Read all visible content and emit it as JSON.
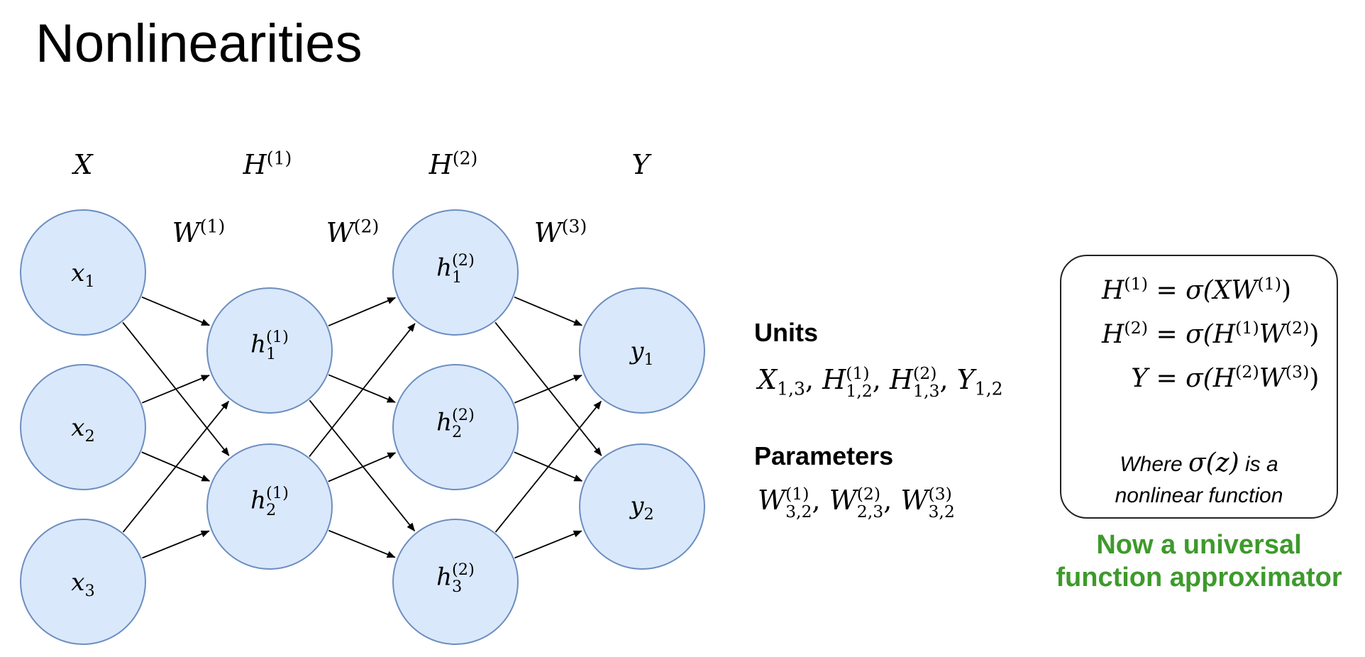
{
  "title": "Nonlinearities",
  "colors": {
    "node_fill": "#dae8fc",
    "node_stroke": "#6c8ebf",
    "edge": "#000000",
    "accent_green": "#3d9a2b"
  },
  "layers": [
    "X",
    "H",
    "H",
    "Y"
  ],
  "layer_sup": [
    "",
    "(1)",
    "(2)",
    ""
  ],
  "weights": [
    {
      "base": "W",
      "sup": "(1)"
    },
    {
      "base": "W",
      "sup": "(2)"
    },
    {
      "base": "W",
      "sup": "(3)"
    }
  ],
  "nodes": {
    "input": [
      {
        "base": "x",
        "sub": "1"
      },
      {
        "base": "x",
        "sub": "2"
      },
      {
        "base": "x",
        "sub": "3"
      }
    ],
    "hidden1": [
      {
        "base": "h",
        "sup": "(1)",
        "sub": "1"
      },
      {
        "base": "h",
        "sup": "(1)",
        "sub": "2"
      }
    ],
    "hidden2": [
      {
        "base": "h",
        "sup": "(2)",
        "sub": "1"
      },
      {
        "base": "h",
        "sup": "(2)",
        "sub": "2"
      },
      {
        "base": "h",
        "sup": "(2)",
        "sub": "3"
      }
    ],
    "output": [
      {
        "base": "y",
        "sub": "1"
      },
      {
        "base": "y",
        "sub": "2"
      }
    ]
  },
  "units": {
    "heading": "Units",
    "items": [
      {
        "base": "X",
        "sub": "1,3",
        "sup": ""
      },
      {
        "base": "H",
        "sub": "1,2",
        "sup": "(1)"
      },
      {
        "base": "H",
        "sub": "1,3",
        "sup": "(2)"
      },
      {
        "base": "Y",
        "sub": "1,2",
        "sup": ""
      }
    ]
  },
  "parameters": {
    "heading": "Parameters",
    "items": [
      {
        "base": "W",
        "sub": "3,2",
        "sup": "(1)"
      },
      {
        "base": "W",
        "sub": "2,3",
        "sup": "(2)"
      },
      {
        "base": "W",
        "sub": "3,2",
        "sup": "(3)"
      }
    ]
  },
  "equations": {
    "eq1": {
      "lhs": "H",
      "lhs_sup": "(1)",
      "rhs_a": "σ(XW",
      "rhs_sup": "(1)",
      "rhs_b": ")"
    },
    "eq2": {
      "lhs": "H",
      "lhs_sup": "(2)",
      "rhs_a": "σ(H",
      "rhs_mid_sup": "(1)",
      "rhs_c": "W",
      "rhs_sup": "(2)",
      "rhs_b": ")"
    },
    "eq3": {
      "lhs": "Y",
      "lhs_sup": "",
      "rhs_a": "σ(H",
      "rhs_mid_sup": "(2)",
      "rhs_c": "W",
      "rhs_sup": "(3)",
      "rhs_b": ")"
    },
    "equals": "=",
    "note_where": "Where",
    "note_sigma": "σ(z)",
    "note_rest1": "is a",
    "note_rest2": "nonlinear function"
  },
  "tagline_line1": "Now a universal",
  "tagline_line2": "function approximator"
}
